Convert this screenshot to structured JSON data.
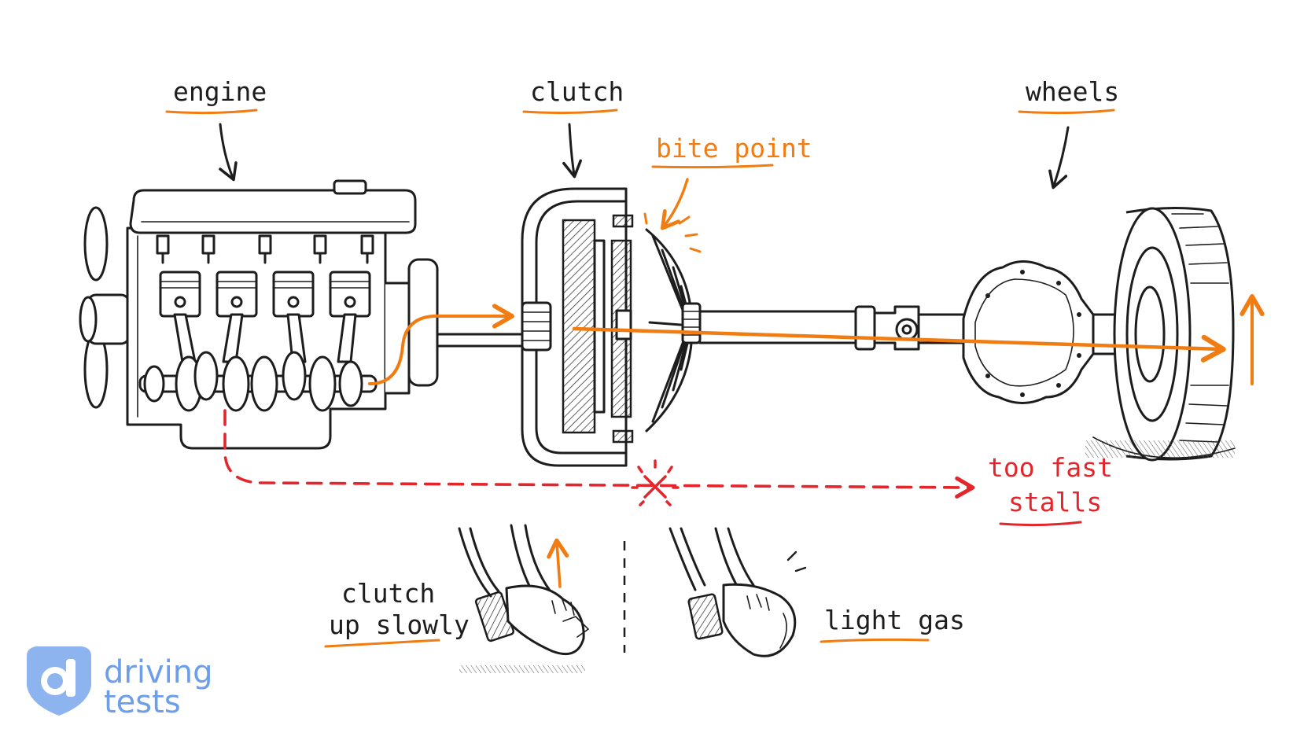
{
  "labels": {
    "engine": "engine",
    "clutch": "clutch",
    "wheels": "wheels",
    "bite_point": "bite point",
    "too_fast_line1": "too fast",
    "too_fast_line2": "stalls",
    "clutch_up_line1": "clutch",
    "clutch_up_line2": "up slowly",
    "light_gas": "light gas"
  },
  "logo": {
    "line1": "driving",
    "line2": "tests"
  },
  "colors": {
    "ink": "#1d1d1d",
    "power_flow": "#f07c12",
    "stall": "#e4262c",
    "logo": "#6d9ee9",
    "background": "#ffffff"
  },
  "icons": [
    "engine-icon",
    "clutch-icon",
    "driveshaft-icon",
    "differential-icon",
    "wheel-icon",
    "clutch-pedal-foot-icon",
    "gas-pedal-foot-icon",
    "stall-x-icon",
    "logo-icon"
  ]
}
